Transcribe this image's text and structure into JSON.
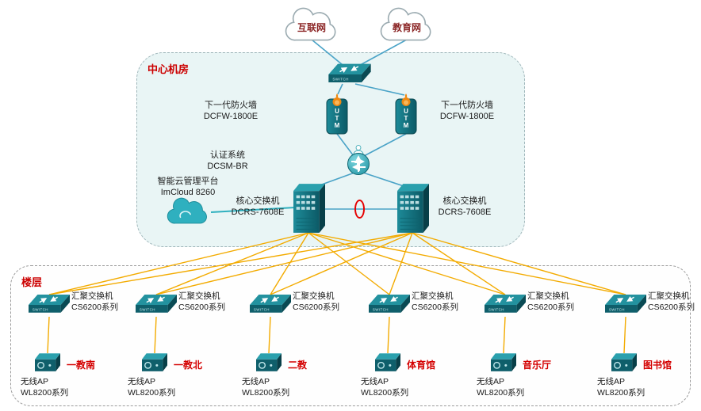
{
  "colors": {
    "line_blue": "#4aa3c7",
    "line_orange": "#f3ab00",
    "line_mgmt_teal": "#2fb0bf",
    "device_teal": "#1d8b99",
    "zone_room_fill": "#e9f5f5",
    "label_red": "#d40000",
    "title_red": "#cc0000",
    "cloud_text_maroon": "#8b2525"
  },
  "clouds": {
    "internet": "互联网",
    "education": "教育网"
  },
  "room": {
    "title": "中心机房",
    "firewall_left": {
      "name": "下一代防火墙",
      "model": "DCFW-1800E"
    },
    "firewall_right": {
      "name": "下一代防火墙",
      "model": "DCFW-1800E"
    },
    "auth": {
      "name": "认证系统",
      "model": "DCSM-BR"
    },
    "cloud_mgmt": {
      "name": "智能云管理平台",
      "model": "ImCloud 8260"
    },
    "core_left": {
      "name": "核心交换机",
      "model": "DCRS-7608E"
    },
    "core_right": {
      "name": "核心交换机",
      "model": "DCRS-7608E"
    }
  },
  "floor": {
    "title": "楼层",
    "groups": [
      {
        "switch_name": "汇聚交换机",
        "switch_model": "CS6200系列",
        "location": "一教南",
        "ap_name": "无线AP",
        "ap_model": "WL8200系列"
      },
      {
        "switch_name": "汇聚交换机",
        "switch_model": "CS6200系列",
        "location": "一教北",
        "ap_name": "无线AP",
        "ap_model": "WL8200系列"
      },
      {
        "switch_name": "汇聚交换机",
        "switch_model": "CS6200系列",
        "location": "二教",
        "ap_name": "无线AP",
        "ap_model": "WL8200系列"
      },
      {
        "switch_name": "汇聚交换机",
        "switch_model": "CS6200系列",
        "location": "体育馆",
        "ap_name": "无线AP",
        "ap_model": "WL8200系列"
      },
      {
        "switch_name": "汇聚交换机",
        "switch_model": "CS6200系列",
        "location": "音乐厅",
        "ap_name": "无线AP",
        "ap_model": "WL8200系列"
      },
      {
        "switch_name": "汇聚交换机",
        "switch_model": "CS6200系列",
        "location": "图书馆",
        "ap_name": "无线AP",
        "ap_model": "WL8200系列"
      }
    ]
  },
  "icons": {
    "internet-cloud-icon": "cloud-outline",
    "education-cloud-icon": "cloud-outline",
    "top-switch-icon": "3d-switch",
    "utm-firewall-icon": "utm-tower-flame",
    "auth-router-icon": "sphere-arrows-user",
    "cloud-mgmt-icon": "cloud-solid",
    "core-switch-icon": "3d-tower",
    "aggregation-switch-icon": "3d-switch",
    "wireless-ap-icon": "ap-box"
  }
}
